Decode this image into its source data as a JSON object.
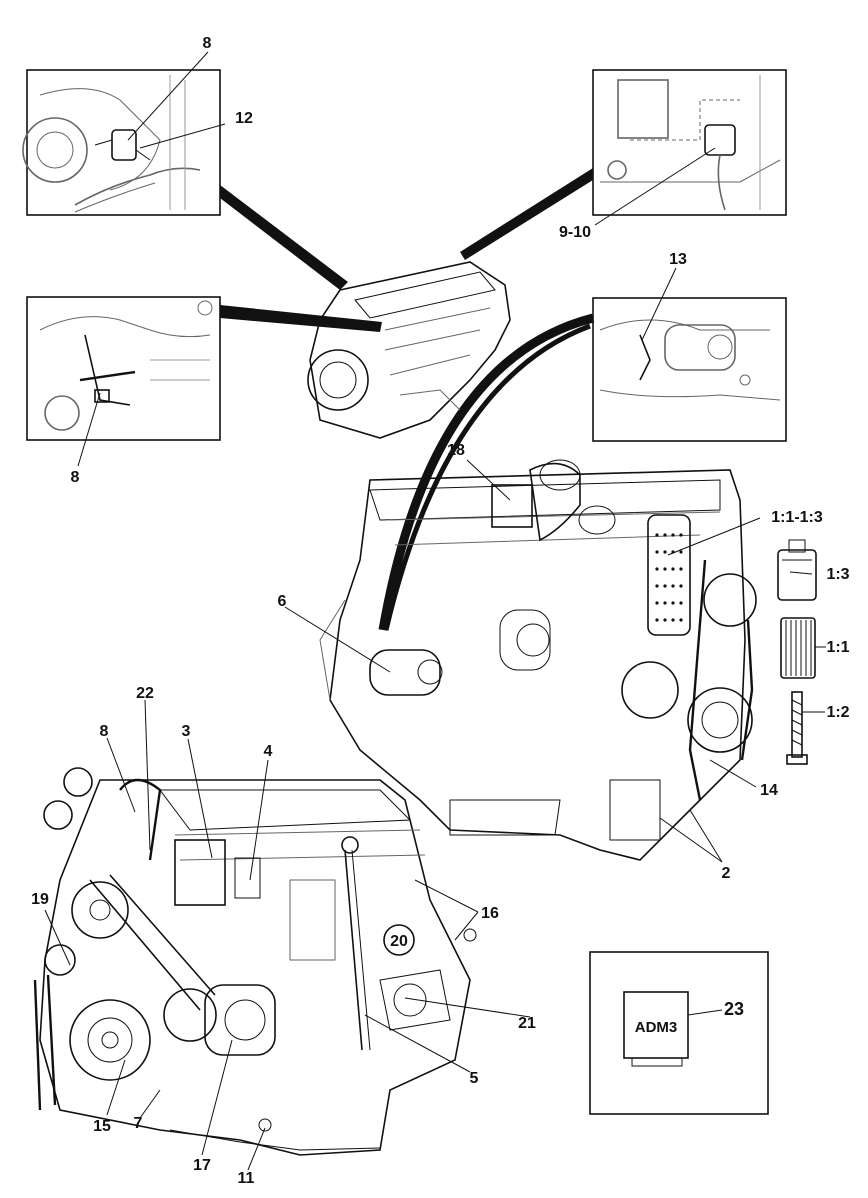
{
  "callouts": {
    "c8_top": "8",
    "c12": "12",
    "c9_10": "9-10",
    "c13": "13",
    "c8_mid": "8",
    "c18": "18",
    "c1_1_1_3": "1:1-1:3",
    "c1_3": "1:3",
    "c1_1": "1:1",
    "c1_2": "1:2",
    "c6": "6",
    "c14": "14",
    "c2": "2",
    "c22": "22",
    "c8_low": "8",
    "c3": "3",
    "c4": "4",
    "c16": "16",
    "c19": "19",
    "c20": "20",
    "c21": "21",
    "c5": "5",
    "c15": "15",
    "c7": "7",
    "c17": "17",
    "c11": "11",
    "c23": "23"
  },
  "module_label": "ADM3",
  "colors": {
    "line": "#111111",
    "detail": "#666666",
    "background": "#ffffff"
  }
}
